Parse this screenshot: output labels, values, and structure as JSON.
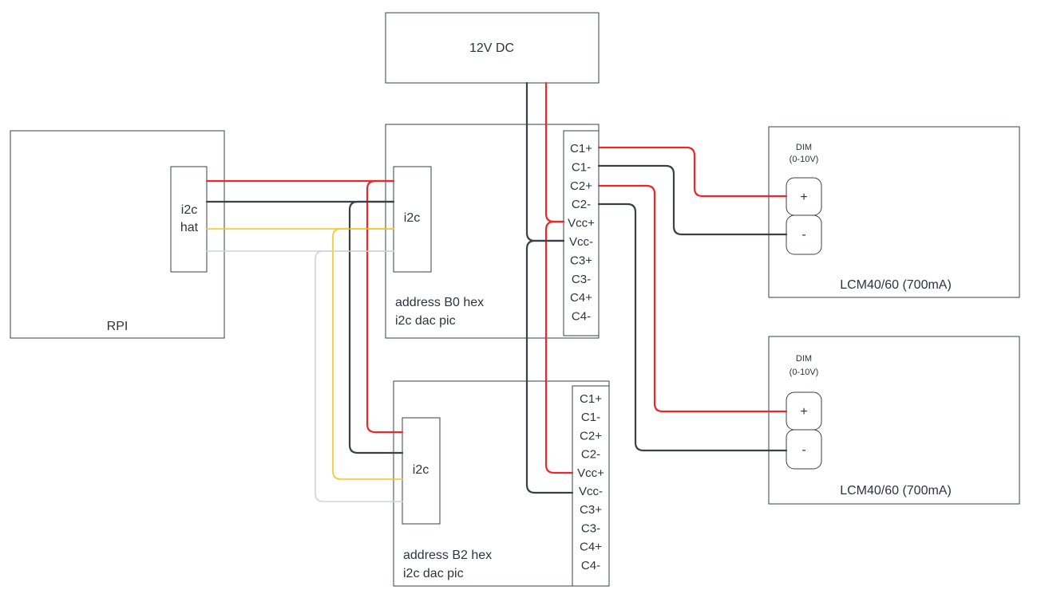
{
  "power": {
    "label": "12V DC"
  },
  "rpi": {
    "label": "RPI",
    "hat_line1": "i2c",
    "hat_line2": "hat"
  },
  "dac1": {
    "i2c_label": "i2c",
    "address": "address B0 hex",
    "desc": "i2c dac pic"
  },
  "dac2": {
    "i2c_label": "i2c",
    "address": "address B2 hex",
    "desc": "i2c dac pic"
  },
  "pins": [
    "C1+",
    "C1-",
    "C2+",
    "C2-",
    "Vcc+",
    "Vcc-",
    "C3+",
    "C3-",
    "C4+",
    "C4-"
  ],
  "driver1": {
    "label": "LCM40/60 (700mA)",
    "dim": "DIM",
    "dim_range": "(0-10V)",
    "plus": "+",
    "minus": "-"
  },
  "driver2": {
    "label": "LCM40/60 (700mA)",
    "dim": "DIM",
    "dim_range": "(0-10V)",
    "plus": "+",
    "minus": "-"
  },
  "colors": {
    "red": "#e8292b",
    "dark": "#3b4048",
    "yellow": "#f5c518",
    "gray": "#cfd2d6",
    "outline": "#3a3f4a"
  }
}
